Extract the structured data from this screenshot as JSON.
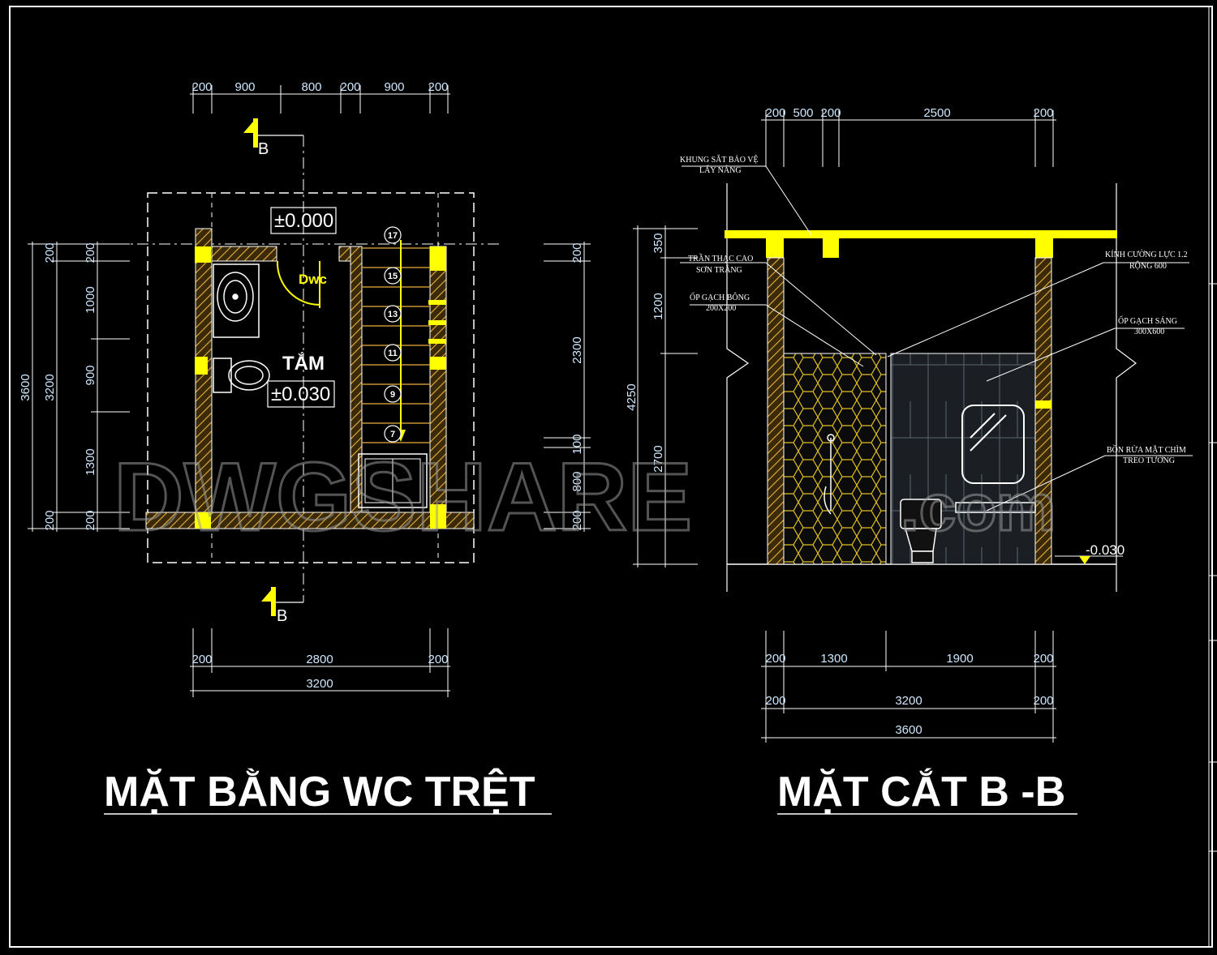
{
  "titles": {
    "plan": "MẶT BẰNG WC TRỆT",
    "section": "MẶT CẮT B -B"
  },
  "plan": {
    "top_dims": [
      "200",
      "900",
      "800",
      "200",
      "900",
      "200"
    ],
    "bottom_dims": [
      "200",
      "2800",
      "200"
    ],
    "bottom_total": "3200",
    "left_outer": "3600",
    "left_inner": "3200",
    "left_small_top": "200",
    "left_small_bottom": "200",
    "left_segments": [
      "200",
      "1000",
      "900",
      "1300",
      "200"
    ],
    "right_segments": [
      "200",
      "2300",
      "100",
      "800",
      "200"
    ],
    "level_top": "±0.000",
    "level_bottom": "±0.030",
    "room_label": "TẮM",
    "section_mark_top": "B",
    "section_mark_bottom": "B",
    "door_tag": "Dwc",
    "step_numbers": [
      "17",
      "15",
      "13",
      "11",
      "9",
      "7"
    ]
  },
  "section": {
    "top_dims": [
      "200",
      "500",
      "200",
      "2500",
      "200"
    ],
    "bottom_dims_1": [
      "200",
      "1300",
      "1900",
      "200"
    ],
    "bottom_dims_2": [
      "200",
      "3200",
      "200"
    ],
    "bottom_total": "3600",
    "left_total": "4250",
    "left_segments": [
      "350",
      "1200",
      "2700"
    ],
    "level": "-0.030",
    "notes": {
      "n1a": "KHUNG SẮT BẢO VỆ",
      "n1b": "LẤY NẮNG",
      "n2a": "TRẦN THẠC CAO",
      "n2b": "SƠN TRẮNG",
      "n3a": "ỐP GẠCH BÔNG",
      "n3b": "200X200",
      "n4a": "KÍNH CƯỜNG LỰC 1.2",
      "n4b": "RỘNG 600",
      "n5a": "ỐP GẠCH SÁNG",
      "n5b": "300X600",
      "n6a": "BỒN RỬA MẶT CHÌM",
      "n6b": "TREO TƯỜNG"
    }
  },
  "watermark": {
    "main": "DWGSHARE",
    "suffix": ".com"
  },
  "colors": {
    "background": "#000000",
    "wall": "#ffff00",
    "hatch": "#e8b040",
    "dimension": "#cfe8ff",
    "line": "#ffffff"
  }
}
